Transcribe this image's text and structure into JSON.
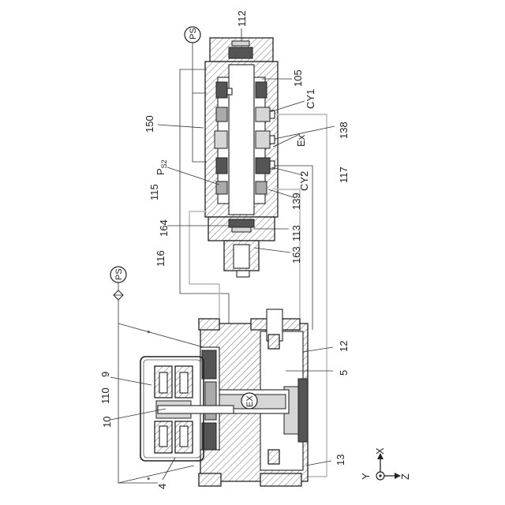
{
  "labels": {
    "ps_top": "PS",
    "ps_left": "PS",
    "l112": "112",
    "l105": "105",
    "lcy1": "CY1",
    "l138": "138",
    "lex_valve": "Ex",
    "l117": "117",
    "lcy2": "CY2",
    "l139": "139",
    "l113": "113",
    "l163": "163",
    "l150": "150",
    "lps2_main": "P",
    "lps2_sub": "S2",
    "l115": "115",
    "l164": "164",
    "l116": "116",
    "l12": "12",
    "l5": "5",
    "l13": "13",
    "l9": "9",
    "l110": "110",
    "l10": "10",
    "l4": "4",
    "lex_circle": "EX"
  },
  "axes": {
    "x": "X",
    "y": "Y",
    "z": "Z"
  }
}
